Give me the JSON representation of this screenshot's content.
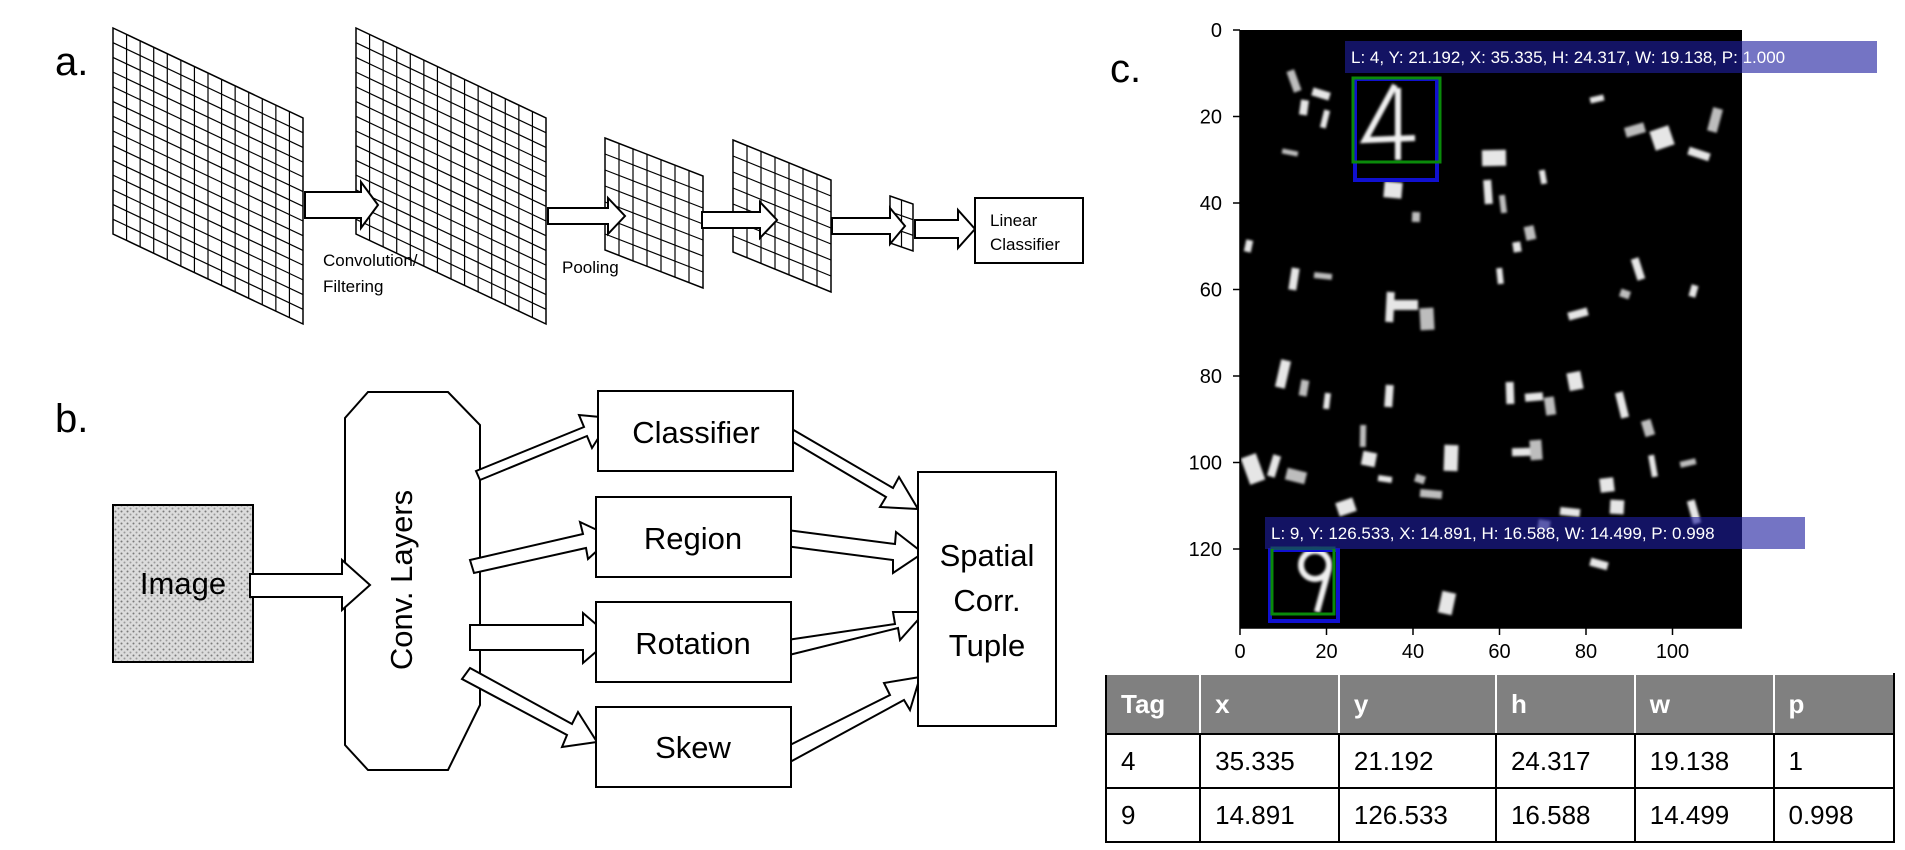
{
  "panels": {
    "a": {
      "letter": "a.",
      "label_conv_1": "Convolution/",
      "label_conv_2": "Filtering",
      "label_pool": "Pooling",
      "classifier_1": "Linear",
      "classifier_2": "Classifier"
    },
    "b": {
      "letter": "b.",
      "image": "Image",
      "conv": "Conv. Layers",
      "heads": [
        "Classifier",
        "Region",
        "Rotation",
        "Skew"
      ],
      "output_lines": [
        "Spatial",
        "Corr.",
        "Tuple"
      ]
    },
    "c": {
      "letter": "c.",
      "y_ticks": [
        "0",
        "20",
        "40",
        "60",
        "80",
        "100",
        "120"
      ],
      "x_ticks": [
        "0",
        "20",
        "40",
        "60",
        "80",
        "100"
      ],
      "annotations": [
        "L: 4, Y: 21.192, X: 35.335, H: 24.317, W: 19.138, P: 1.000",
        "L: 9, Y: 126.533, X: 14.891, H: 16.588, W: 14.499, P: 0.998"
      ]
    }
  },
  "colors": {
    "box_blue": "#1010d0",
    "box_green": "#0a8a0a",
    "label_bg": "#1f1fa0"
  },
  "table": {
    "headers": [
      "Tag",
      "x",
      "y",
      "h",
      "w",
      "p"
    ],
    "rows": [
      [
        "4",
        "35.335",
        "21.192",
        "24.317",
        "19.138",
        "1"
      ],
      [
        "9",
        "14.891",
        "126.533",
        "16.588",
        "14.499",
        "0.998"
      ]
    ]
  }
}
